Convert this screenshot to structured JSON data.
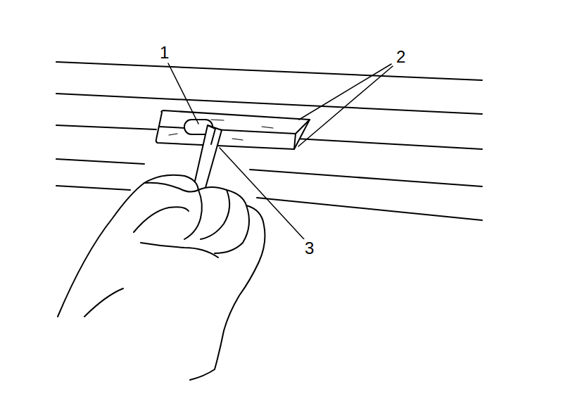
{
  "diagram": {
    "labels": [
      "1",
      "2",
      "3"
    ]
  }
}
